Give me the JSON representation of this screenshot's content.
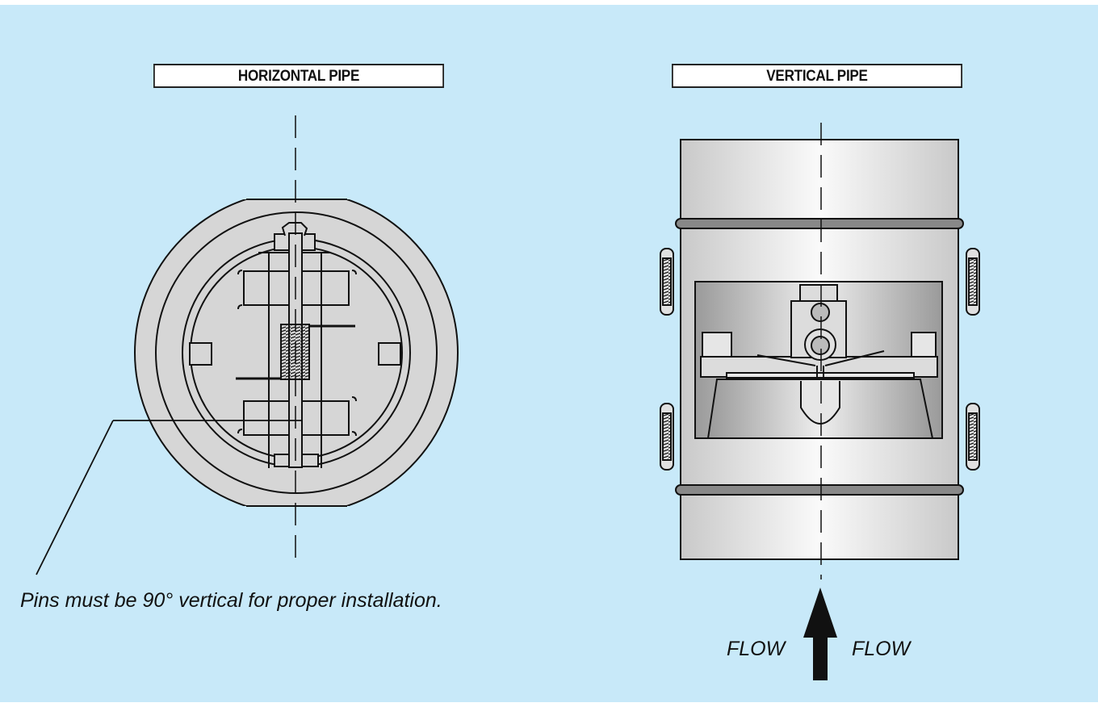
{
  "left_panel": {
    "title": "HORIZONTAL PIPE",
    "caption": "Pins must be 90° vertical for proper installation."
  },
  "right_panel": {
    "title": "VERTICAL PIPE",
    "flow_left": "FLOW",
    "flow_right": "FLOW"
  },
  "colors": {
    "background": "#c8e9f9",
    "body": "#d6d6d6",
    "line": "#111111"
  }
}
